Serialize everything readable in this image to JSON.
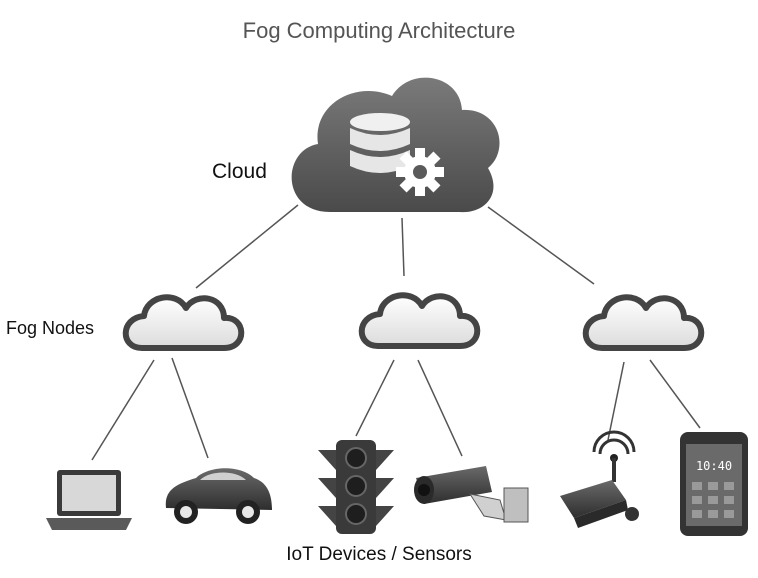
{
  "diagram": {
    "title": "Fog Computing Architecture",
    "cloud_label": "Cloud",
    "fog_label": "Fog Nodes",
    "devices_label": "IoT Devices / Sensors",
    "phone_time": "10:40"
  },
  "icons": {
    "cloud": "cloud-icon",
    "database": "database-icon",
    "gear": "gear-icon",
    "fog_nodes": [
      "fog-cloud-icon",
      "fog-cloud-icon",
      "fog-cloud-icon"
    ],
    "devices": [
      "laptop-icon",
      "car-icon",
      "traffic-light-icon",
      "security-camera-icon",
      "router-sensor-icon",
      "smartphone-icon"
    ]
  },
  "colors": {
    "cloud_dark": "#555555",
    "fog_light": "#f2f2f2",
    "device_dark": "#3a3a3a",
    "line": "#555555"
  }
}
